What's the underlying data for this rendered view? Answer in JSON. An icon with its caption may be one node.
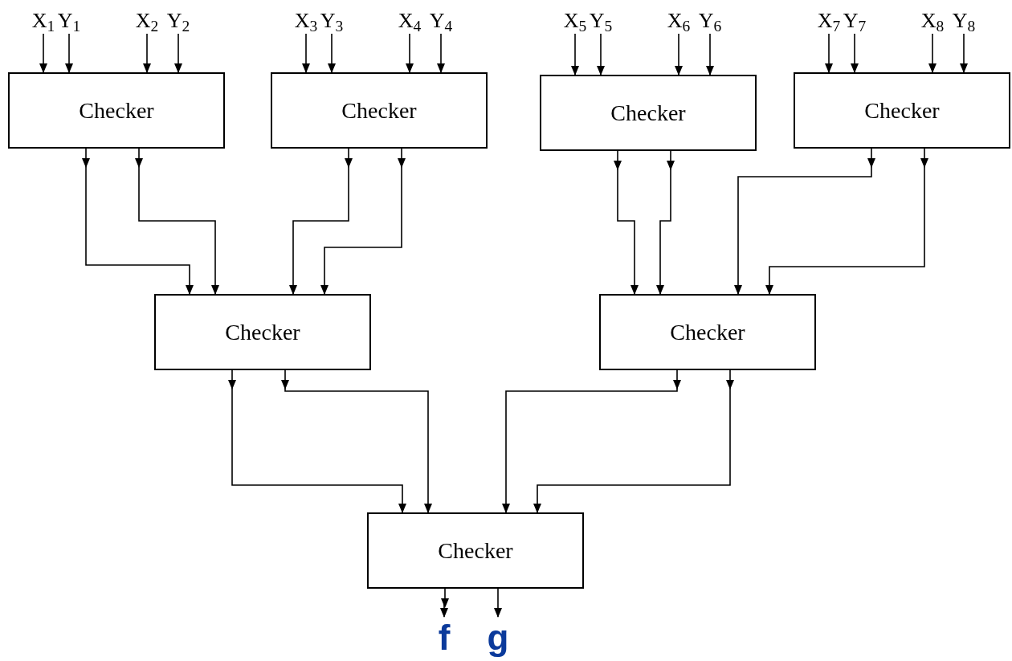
{
  "diagram": {
    "nodes": [
      {
        "text": [
          "X$_{1}$"
        ]
      },
      {
        "text": [
          "Y$_{1}$"
        ]
      },
      {
        "text": [
          "X$_{2}$"
        ]
      },
      {
        "text": [
          "Y$_{2}$"
        ]
      },
      {
        "text": [
          "X$_{3}$"
        ]
      },
      {
        "text": [
          "Y$_{3}$"
        ]
      },
      {
        "text": [
          "X$_{4}$"
        ]
      },
      {
        "text": [
          "Y$_{4}$"
        ]
      },
      {
        "text": [
          "X$_{5}$"
        ]
      },
      {
        "text": [
          "Y$_{5}$"
        ]
      },
      {
        "text": [
          "X$_{6}$"
        ]
      },
      {
        "text": [
          "Y$_{6}$"
        ]
      },
      {
        "text": [
          "X$_{7}$"
        ]
      },
      {
        "text": [
          "Y$_{7}$"
        ]
      },
      {
        "text": [
          "X$_{8}$"
        ]
      },
      {
        "text": [
          "Y$_{8}$"
        ]
      },
      {
        "text": [
          "Checker"
        ]
      },
      {
        "text": [
          "Checker"
        ]
      },
      {
        "text": [
          "Checker"
        ]
      },
      {
        "text": [
          "Checker"
        ]
      },
      {
        "text": [
          "Checker"
        ]
      },
      {
        "text": [
          "Checker"
        ]
      },
      {
        "text": [
          "Checker"
        ]
      },
      {
        "text": [
          "f"
        ]
      },
      {
        "text": [
          "g"
        ]
      }
    ],
    "edges": [
      {
        "from": 0,
        "to": 16,
        "arrow": "to"
      },
      {
        "from": 1,
        "to": 16,
        "arrow": "to"
      },
      {
        "from": 2,
        "to": 16,
        "arrow": "to"
      },
      {
        "from": 3,
        "to": 16,
        "arrow": "to"
      },
      {
        "from": 4,
        "to": 17,
        "arrow": "to"
      },
      {
        "from": 5,
        "to": 17,
        "arrow": "to"
      },
      {
        "from": 6,
        "to": 17,
        "arrow": "to"
      },
      {
        "from": 7,
        "to": 17,
        "arrow": "to"
      },
      {
        "from": 8,
        "to": 18,
        "arrow": "to"
      },
      {
        "from": 9,
        "to": 18,
        "arrow": "to"
      },
      {
        "from": 10,
        "to": 18,
        "arrow": "to"
      },
      {
        "from": 11,
        "to": 18,
        "arrow": "to"
      },
      {
        "from": 12,
        "to": 19,
        "arrow": "to"
      },
      {
        "from": 13,
        "to": 19,
        "arrow": "to"
      },
      {
        "from": 14,
        "to": 19,
        "arrow": "to"
      },
      {
        "from": 15,
        "to": 19,
        "arrow": "to"
      },
      {
        "from": 16,
        "to": 20,
        "arrow": "to"
      },
      {
        "from": 16,
        "to": 20,
        "arrow": "to"
      },
      {
        "from": 17,
        "to": 20,
        "arrow": "to"
      },
      {
        "from": 17,
        "to": 20,
        "arrow": "to"
      },
      {
        "from": 18,
        "to": 21,
        "arrow": "to"
      },
      {
        "from": 18,
        "to": 21,
        "arrow": "to"
      },
      {
        "from": 19,
        "to": 21,
        "arrow": "to"
      },
      {
        "from": 19,
        "to": 21,
        "arrow": "to"
      },
      {
        "from": 20,
        "to": 22,
        "arrow": "to"
      },
      {
        "from": 20,
        "to": 22,
        "arrow": "to"
      },
      {
        "from": 21,
        "to": 22,
        "arrow": "to"
      },
      {
        "from": 21,
        "to": 22,
        "arrow": "to"
      },
      {
        "from": 22,
        "to": 23,
        "arrow": "to"
      },
      {
        "from": 22,
        "to": 24,
        "arrow": "to"
      }
    ]
  }
}
